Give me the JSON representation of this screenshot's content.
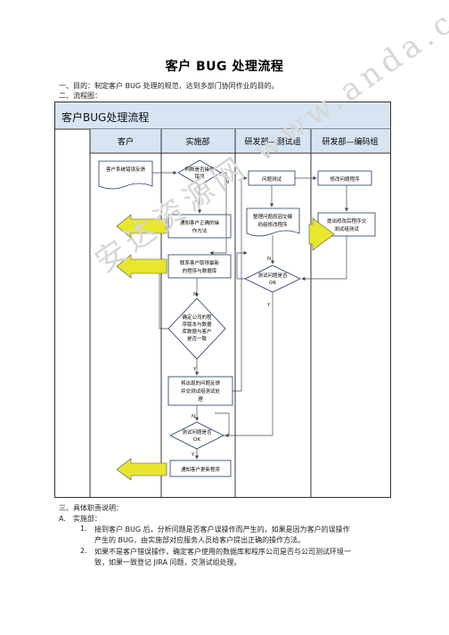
{
  "title": "客户 BUG 处理流程",
  "purpose": "一、目的：制定客户 BUG 处理的规范，达到多部门协同作业的目的。",
  "flowchart_heading": "二、流程图：",
  "flowchart": {
    "title": "客户BUG处理流程",
    "lanes": [
      "客户",
      "实施部",
      "研发部—测试组",
      "研发部—编码组"
    ],
    "nodes": {
      "customer_report": "客户系统错误反馈",
      "judge_operation": [
        "判断是否操作",
        "错误"
      ],
      "notify_correct_op": [
        "通知客户正确的操",
        "作方法"
      ],
      "contact_latest": [
        "联系客户取得最新",
        "的程序与数据库"
      ],
      "confirm_consistent": [
        "确定公司的程",
        "序版本与数据",
        "库数据与客户",
        "是否一致"
      ],
      "submit_to_test": [
        "将出现的问题反馈",
        "并交测试组测试处",
        "理"
      ],
      "impl_test_ok": [
        "测试问题是否",
        "OK"
      ],
      "notify_update": "通知客户更新程序",
      "problem_test": "问题测试",
      "organize_reason": [
        "整理问题原因交编",
        "码组修改程序"
      ],
      "test_ok": [
        "测试问题是否",
        "OK"
      ],
      "fix_program": "修改问题程序",
      "submit_fixed": [
        "提出修改后程序交",
        "测试组测试"
      ]
    },
    "edge_labels": {
      "yes": "Y",
      "no": "N"
    }
  },
  "duties_heading": "三、具体职责说明：",
  "section_a": "A.　实施部：",
  "items": [
    {
      "num": "1.",
      "lines": [
        "接到客户 BUG 后，分析问题是否客户误操作而产生的，如果是因为客户的误操作",
        "产生的 BUG，由实施部对应服务人员给客户提出正确的操作方法。"
      ]
    },
    {
      "num": "2.",
      "lines": [
        "如果不是客户错误操作，确定客户使用的数据库和程序公司是否与公司测试环境一",
        "致，如果一致登记 JIRA 问题，交测试组处理。"
      ]
    }
  ],
  "colors": {
    "header_bg": "#d7e4f2",
    "box_fill": "#ffffff",
    "box_stroke": "#1f3a67",
    "arrow_fill": "#e8e62d",
    "arrow_stroke": "#555555",
    "line": "#4a4a4a",
    "watermark": "#d6d6d6"
  },
  "watermark": "安达资源网 www.anda.com"
}
